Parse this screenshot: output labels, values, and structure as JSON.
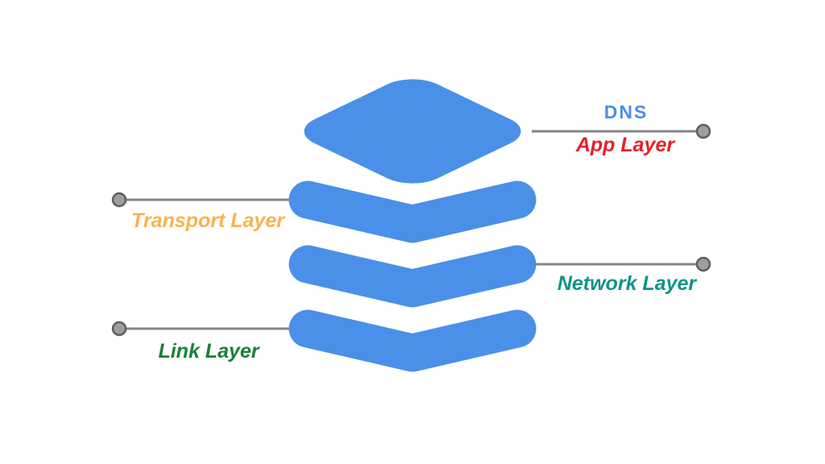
{
  "diagram": {
    "type": "network-protocol-layers-stack",
    "background": "#ffffff",
    "stack_color": "#4a90e8",
    "connector": {
      "line_color": "#858585",
      "dot_fill": "#9e9e9e",
      "dot_stroke": "#5e5e5e"
    },
    "labels": {
      "dns": {
        "text": "DNS",
        "color": "#4a90e2"
      },
      "app": {
        "text": "App Layer",
        "color": "#e62129"
      },
      "transport": {
        "text": "Transport Layer",
        "color": "#f9b24f"
      },
      "network": {
        "text": "Network Layer",
        "color": "#0d9488"
      },
      "link": {
        "text": "Link Layer",
        "color": "#1a8038"
      }
    }
  }
}
